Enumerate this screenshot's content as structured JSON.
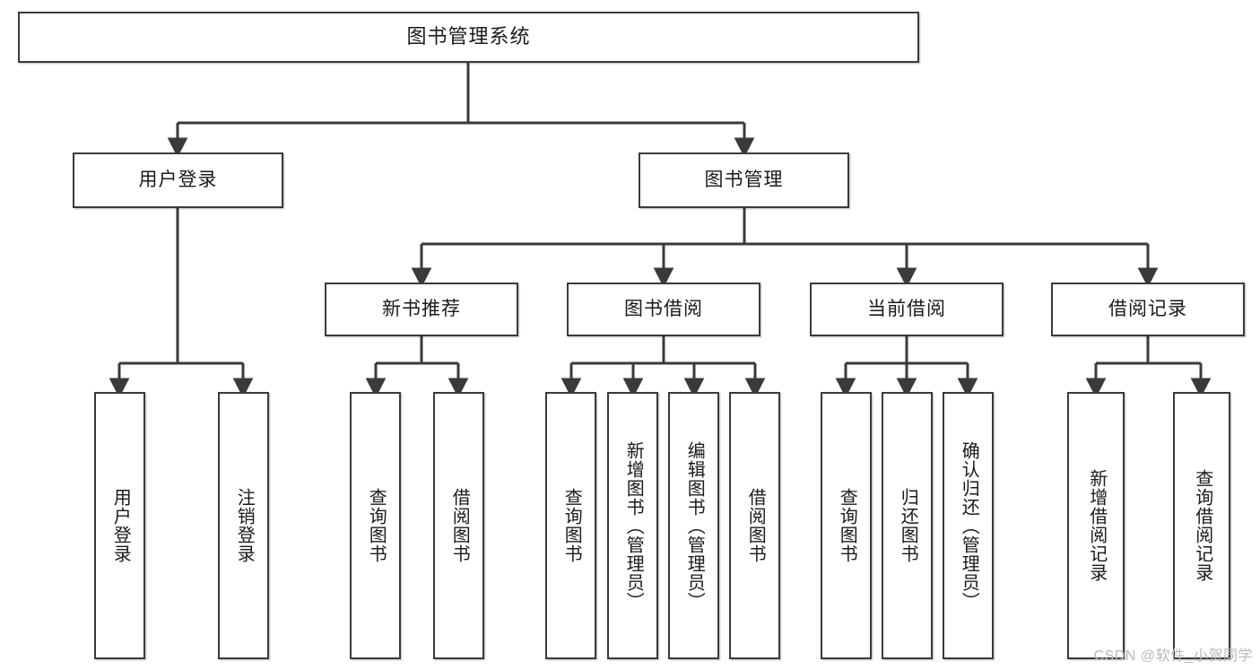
{
  "diagram": {
    "type": "tree-hierarchy-chart",
    "root": {
      "label": "图书管理系统"
    },
    "level2": [
      {
        "label": "用户登录"
      },
      {
        "label": "图书管理"
      }
    ],
    "level3": [
      {
        "label": "新书推荐"
      },
      {
        "label": "图书借阅"
      },
      {
        "label": "当前借阅"
      },
      {
        "label": "借阅记录"
      }
    ],
    "leaves": {
      "user_login": [
        {
          "label": "用户登录"
        },
        {
          "label": "注销登录"
        }
      ],
      "new_book_recommend": [
        {
          "label": "查询图书"
        },
        {
          "label": "借阅图书"
        }
      ],
      "book_borrow": [
        {
          "label": "查询图书"
        },
        {
          "label": "新增图书（管理员）"
        },
        {
          "label": "编辑图书（管理员）"
        },
        {
          "label": "借阅图书"
        }
      ],
      "current_borrow": [
        {
          "label": "查询图书"
        },
        {
          "label": "归还图书"
        },
        {
          "label": "确认归还（管理员）"
        }
      ],
      "borrow_record": [
        {
          "label": "新增借阅记录"
        },
        {
          "label": "查询借阅记录"
        }
      ]
    }
  },
  "watermark": {
    "text": "CSDN @软件_小贺同学"
  },
  "colors": {
    "stroke": "#3a3a3a",
    "box_fill": "#ffffff",
    "text": "#1a1a1a",
    "watermark": "#b9b9b9"
  }
}
